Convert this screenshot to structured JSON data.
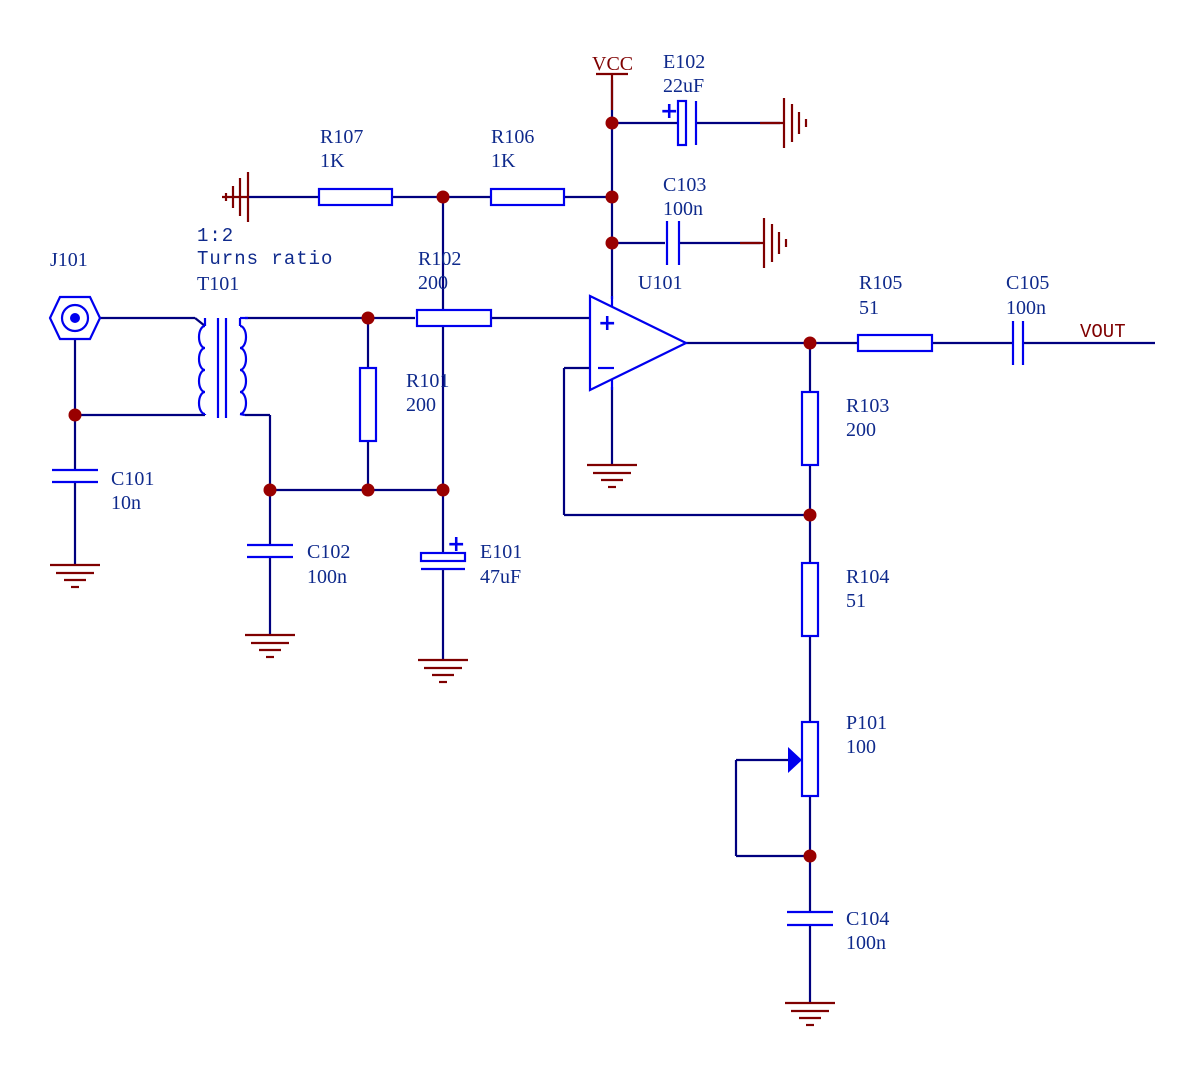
{
  "colors": {
    "wire": "#00007f",
    "component": "#0000ee",
    "power": "#7f0000",
    "junction": "#990000",
    "text": "#0f2a8c"
  },
  "power": {
    "vcc": "VCC",
    "vout": "VOUT"
  },
  "components": {
    "J101": {
      "ref": "J101"
    },
    "T101": {
      "ref": "T101",
      "ratio": "1:2",
      "note": "Turns ratio"
    },
    "R101": {
      "ref": "R101",
      "value": "200"
    },
    "R102": {
      "ref": "R102",
      "value": "200"
    },
    "R103": {
      "ref": "R103",
      "value": "200"
    },
    "R104": {
      "ref": "R104",
      "value": "51"
    },
    "R105": {
      "ref": "R105",
      "value": "51"
    },
    "R106": {
      "ref": "R106",
      "value": "1K"
    },
    "R107": {
      "ref": "R107",
      "value": "1K"
    },
    "C101": {
      "ref": "C101",
      "value": "10n"
    },
    "C102": {
      "ref": "C102",
      "value": "100n"
    },
    "C103": {
      "ref": "C103",
      "value": "100n"
    },
    "C104": {
      "ref": "C104",
      "value": "100n"
    },
    "C105": {
      "ref": "C105",
      "value": "100n"
    },
    "E101": {
      "ref": "E101",
      "value": "47uF"
    },
    "E102": {
      "ref": "E102",
      "value": "22uF"
    },
    "U101": {
      "ref": "U101"
    },
    "P101": {
      "ref": "P101",
      "value": "100"
    }
  },
  "symbols": {
    "plus": "+",
    "minus": "−"
  }
}
